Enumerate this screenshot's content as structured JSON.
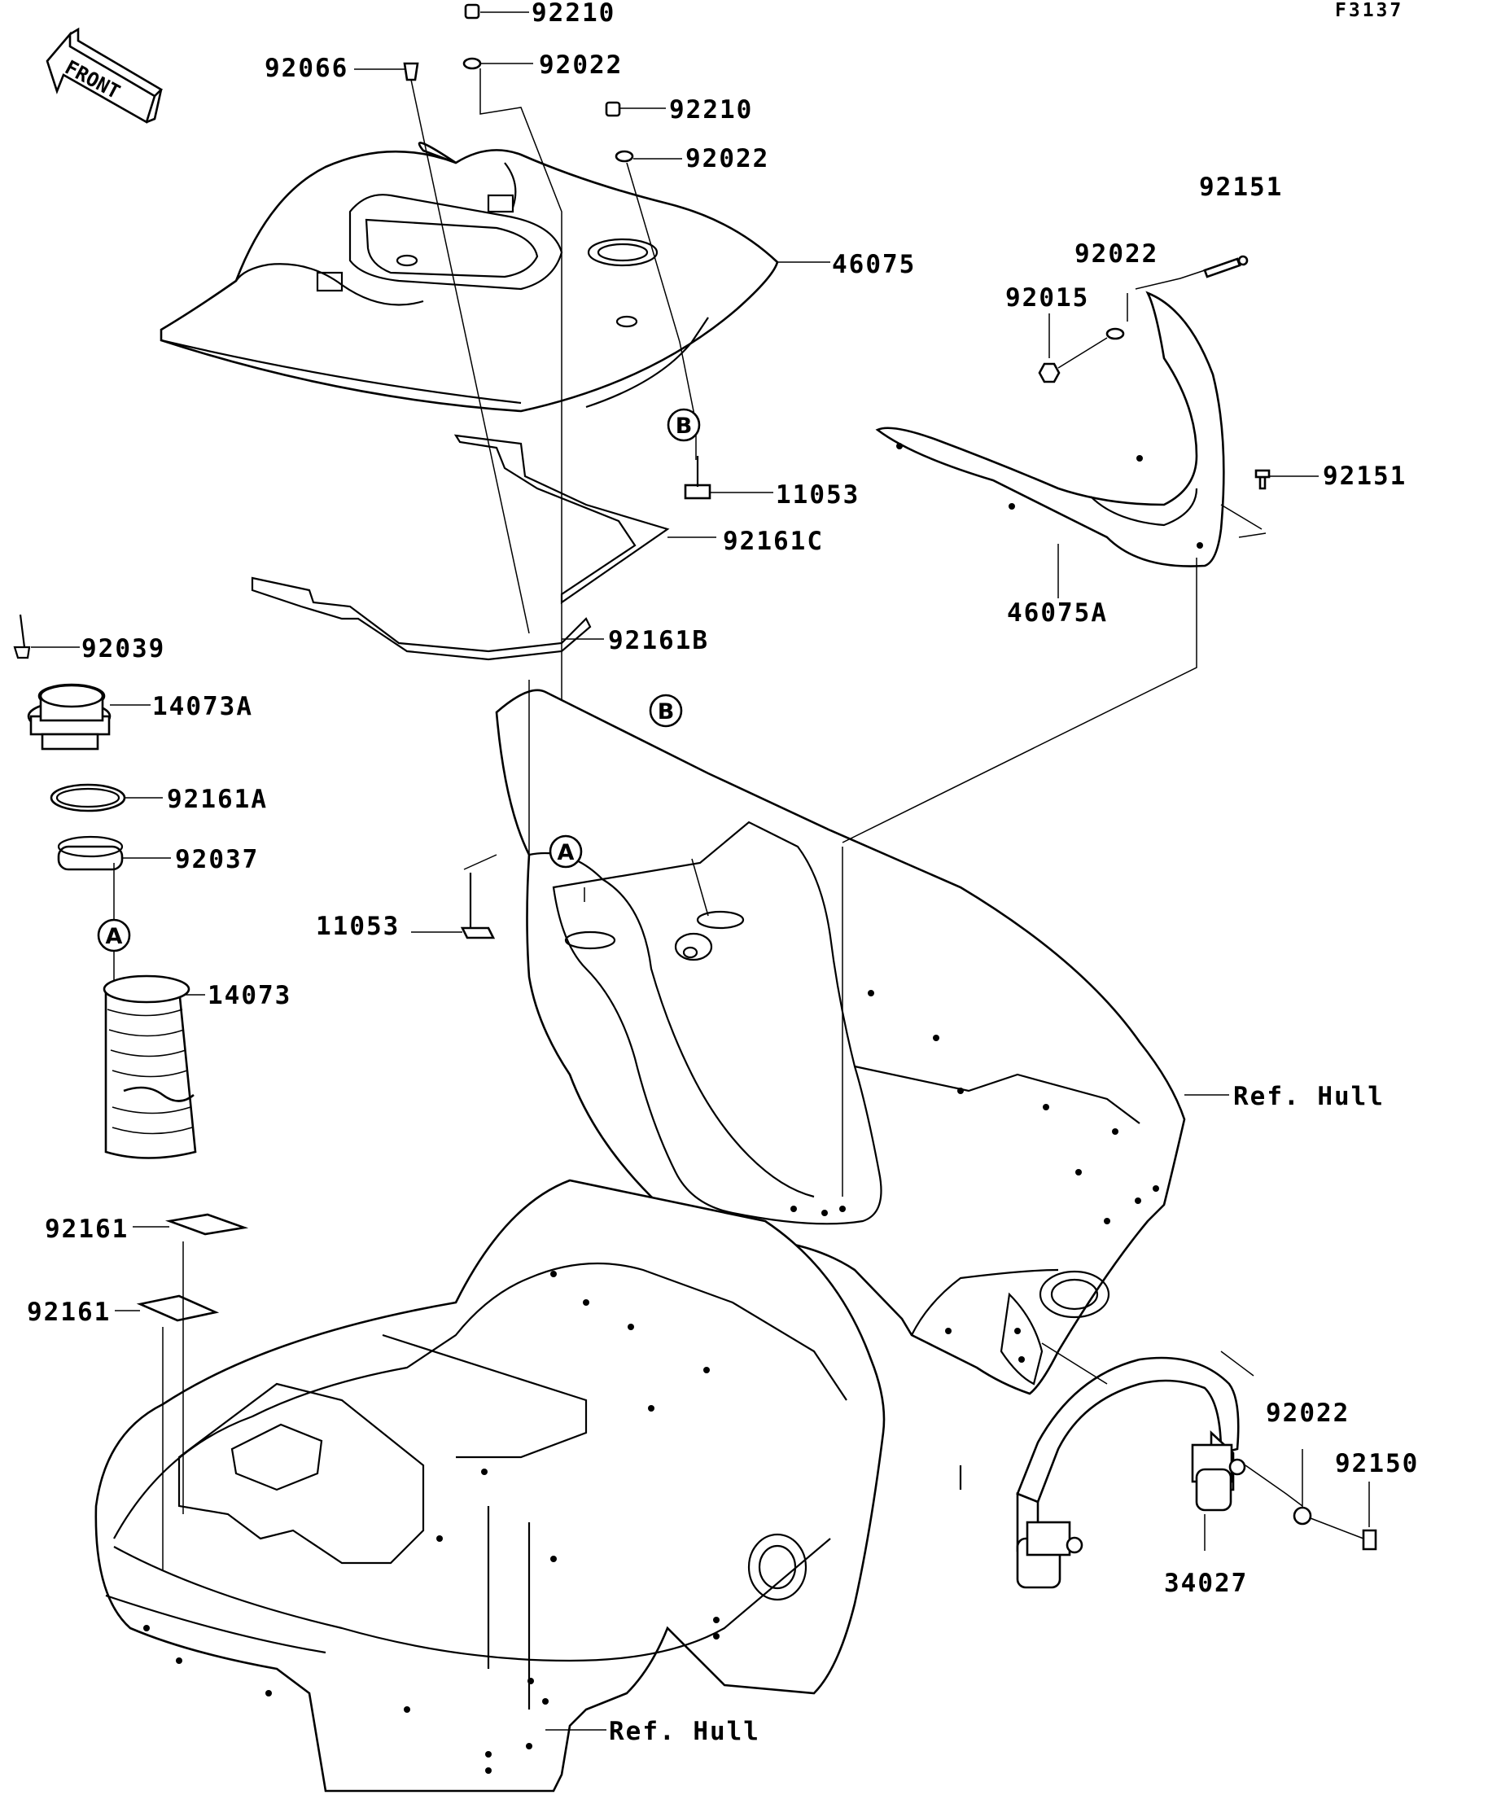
{
  "figure_id": "F3137",
  "front_label": "FRONT",
  "callouts": {
    "c92210a": "92210",
    "c92022a": "92022",
    "c92066": "92066",
    "c92210b": "92210",
    "c92022b": "92022",
    "c46075": "46075",
    "c92151a": "92151",
    "c92022c": "92022",
    "c92015": "92015",
    "c11053a": "11053",
    "c92161C": "92161C",
    "c92151b": "92151",
    "c46075A": "46075A",
    "c92161B": "92161B",
    "c92039": "92039",
    "c14073A": "14073A",
    "c92161A": "92161A",
    "c92037": "92037",
    "c11053b": "11053",
    "c14073": "14073",
    "cRefHull1": "Ref. Hull",
    "c92161a": "92161",
    "c92161b": "92161",
    "c92022d": "92022",
    "c92150": "92150",
    "c34027": "34027",
    "cRefHull2": "Ref. Hull"
  },
  "markers": {
    "b_upper": "B",
    "b_lower": "B",
    "a_left": "A",
    "a_hull": "A"
  }
}
